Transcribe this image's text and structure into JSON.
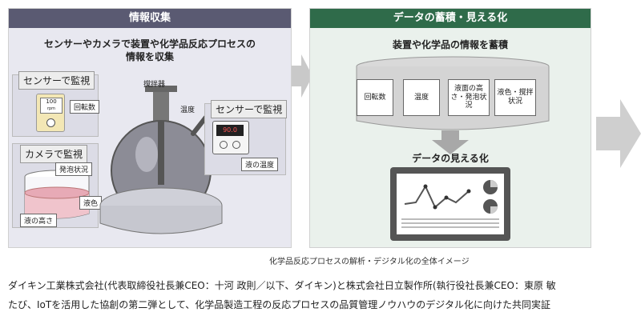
{
  "left_panel": {
    "header": "情報収集",
    "subtitle_line1": "センサーやカメラで装置や化学品反応プロセスの",
    "subtitle_line2": "情報を収集",
    "sensor_monitor_1": "センサーで監視",
    "rpm_display": "100",
    "rpm_unit": "rpm",
    "rotation_label": "回転数",
    "stirrer_label": "撹拌器",
    "temperature_label": "温度",
    "sensor_monitor_2": "センサーで監視",
    "thermo_value": "90.0",
    "liquid_temp_label": "液の温度",
    "camera_monitor": "カメラで監視",
    "foam_label": "発泡状況",
    "liquid_color_label": "液色",
    "liquid_height_label": "液の高さ",
    "header_color": "#5a5a72",
    "bg_color": "#e8e8f0"
  },
  "right_panel": {
    "header": "データの蓄積・見える化",
    "db_title": "装置や化学品の情報を蓄積",
    "docs": [
      "回転数",
      "温度",
      "液面の高さ・発泡状況",
      "液色・撹拌状況"
    ],
    "visual_title": "データの見える化",
    "header_color": "#2f6b4a",
    "bg_color": "#eaf1ec"
  },
  "caption": "化学品反応プロセスの解析・デジタル化の全体イメージ",
  "body_text": {
    "line1": "ダイキン工業株式会社(代表取締役社長兼CEO：十河 政則／以下、ダイキン)と株式会社日立製作所(執行役社長兼CEO：東原 敏",
    "line2": "たび、IoTを活用した協創の第二弾として、化学品製造工程の反応プロセスの品質管理ノウハウのデジタル化に向けた共同実証"
  }
}
